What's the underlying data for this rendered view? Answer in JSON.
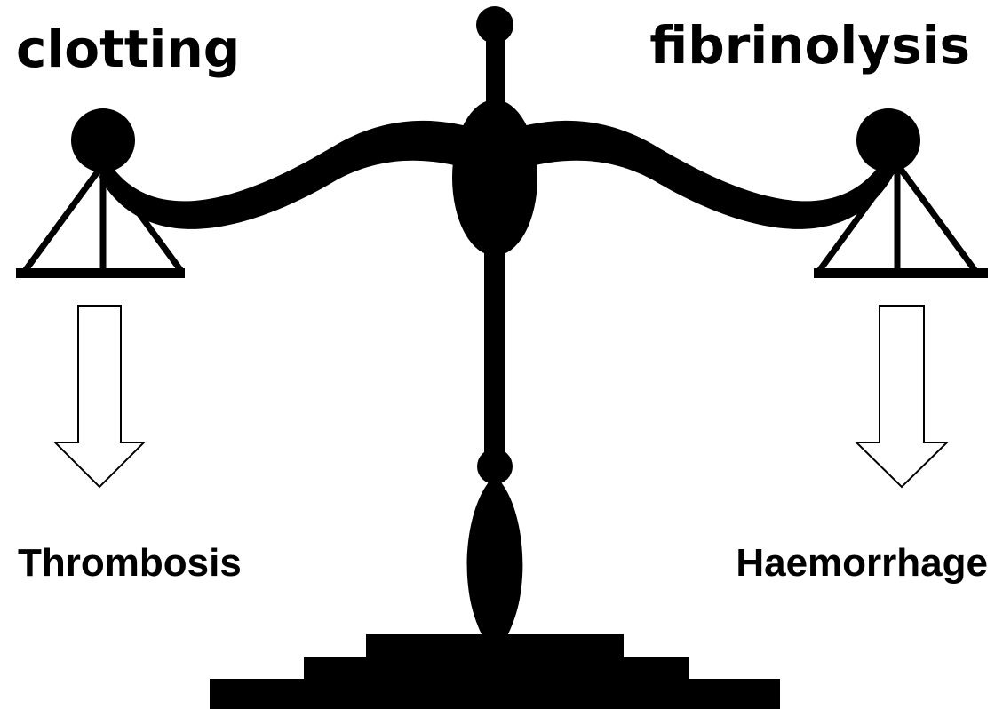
{
  "left": {
    "title": "clotting",
    "outcome": "Thrombosis"
  },
  "right": {
    "title": "fibrinolysis",
    "outcome": "Haemorrhage"
  },
  "colors": {
    "ink": "#000000",
    "background": "#ffffff",
    "arrow_fill": "#ffffff"
  },
  "icons": {
    "balance": "balance-scale-icon",
    "arrow": "down-arrow-icon"
  }
}
